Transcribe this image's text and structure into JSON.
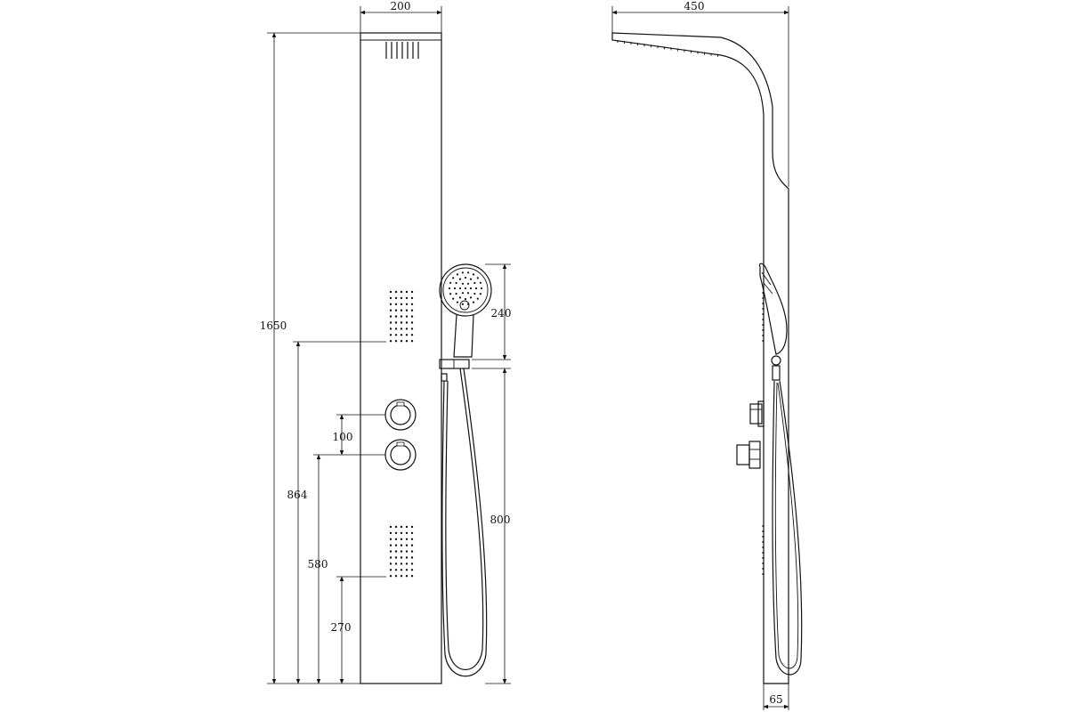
{
  "front_view": {
    "dimensions": {
      "width": "200",
      "height_total": "1650",
      "height_upper_jets": "864",
      "height_lower_valve": "580",
      "height_lower_jets": "270",
      "valve_spacing": "100",
      "handshower_length": "240",
      "holder_height": "800"
    }
  },
  "side_view": {
    "dimensions": {
      "depth_top": "450",
      "depth_base": "65"
    }
  }
}
